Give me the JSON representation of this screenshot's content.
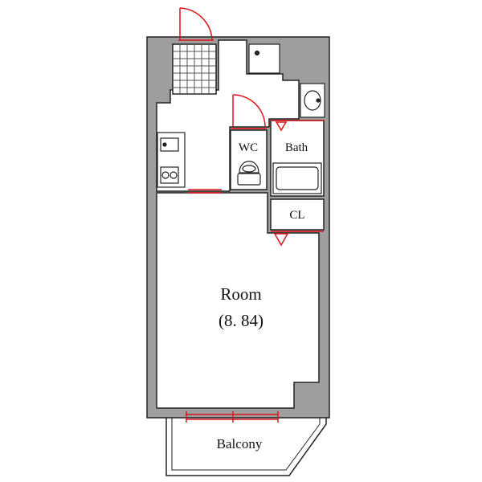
{
  "colors": {
    "wall_fill": "#9e9e9e",
    "wall_line": "#222222",
    "opening": "#e0131a",
    "floor": "#ffffff"
  },
  "rooms": {
    "main": {
      "name": "Room",
      "area": "(8. 84)"
    },
    "wc": {
      "name": "WC"
    },
    "bath": {
      "name": "Bath"
    },
    "closet": {
      "name": "CL"
    },
    "balcony": {
      "name": "Balcony"
    }
  }
}
